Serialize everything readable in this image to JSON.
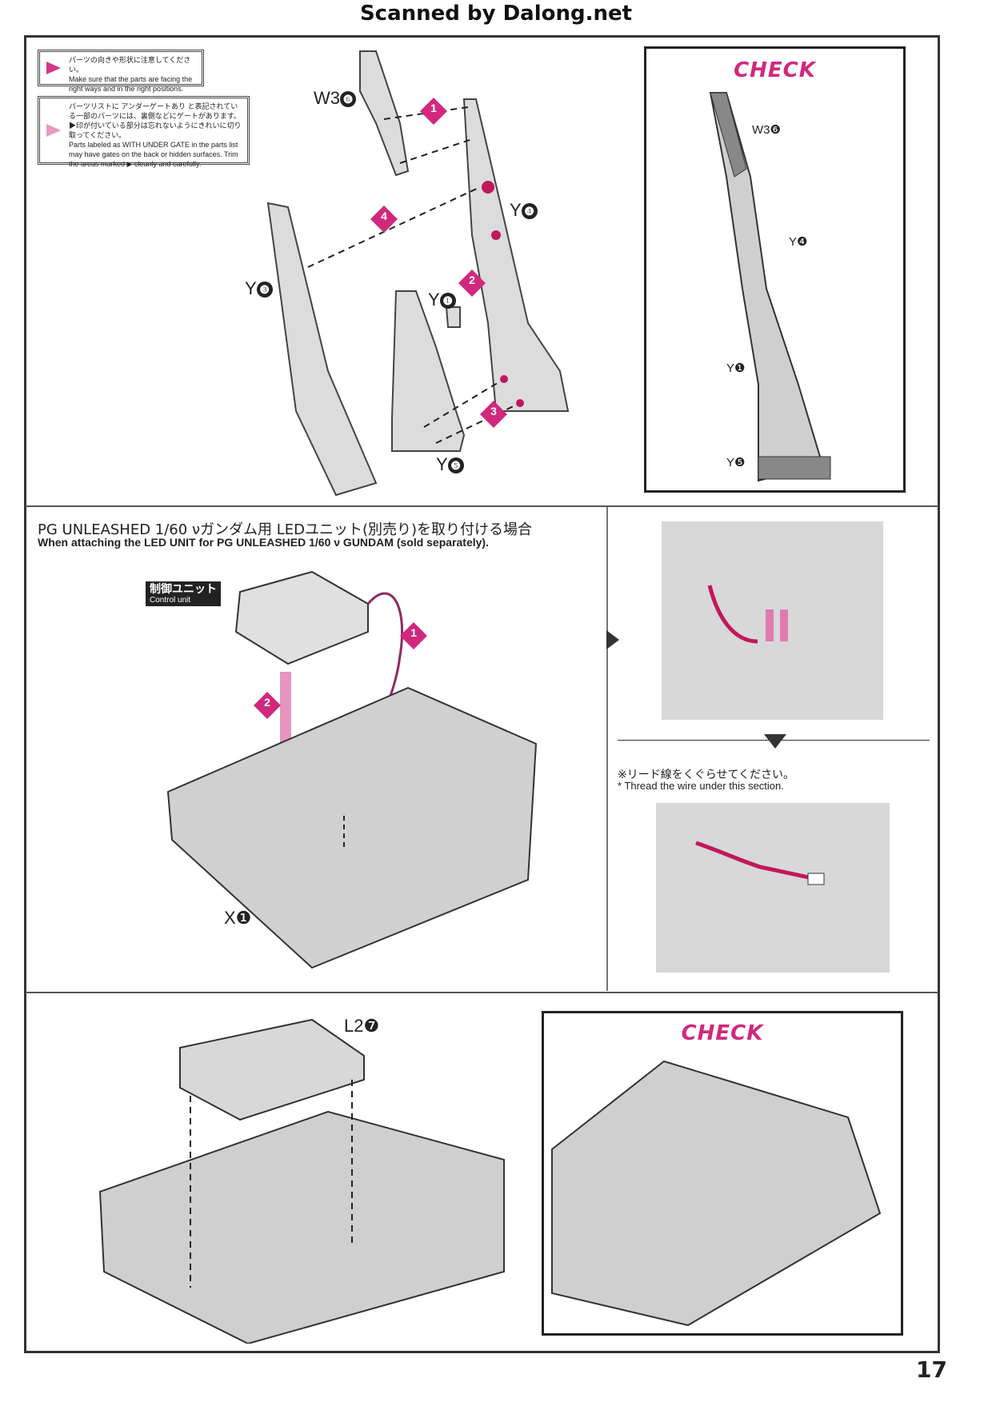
{
  "header": "Scanned by Dalong.net",
  "notes": [
    {
      "jp": "パーツの向きや形状に注意してください。",
      "en": "Make sure that the parts are facing the right ways and in the right positions."
    },
    {
      "jp": "パーツリストに アンダーゲートあり と表記されている一部のパーツには、裏側などにゲートがあります。▶印が付いている部分は忘れないようにきれいに切り取ってください。",
      "badge": "WITH UNDER GATE",
      "en": "Parts labeled as WITH UNDER GATE in the parts list may have gates on the back or hidden surfaces. Trim the areas marked ▶ cleanly and carefully."
    }
  ],
  "top": {
    "parts": [
      {
        "name": "W3",
        "num": "❻"
      },
      {
        "name": "Y",
        "num": "❹"
      },
      {
        "name": "Y",
        "num": "❸"
      },
      {
        "name": "Y",
        "num": "❶"
      },
      {
        "name": "Y",
        "num": "❺"
      }
    ],
    "steps": [
      "1",
      "2",
      "3",
      "4"
    ],
    "check": {
      "label": "CHECK",
      "parts": [
        "W3❻",
        "Y❹",
        "Y❶",
        "Y❺"
      ]
    }
  },
  "middle": {
    "title_jp": "PG UNLEASHED 1/60 νガンダム用 LEDユニット(別売り)を取り付ける場合",
    "title_en": "When attaching the LED UNIT for PG UNLEASHED 1/60 ν GUNDAM (sold separately).",
    "control_unit_jp": "制御ユニット",
    "control_unit_en": "Control unit",
    "part": "X❶",
    "steps": [
      "1",
      "2"
    ],
    "note_jp": "※リード線をくぐらせてください。",
    "note_en": "* Thread the wire under this section."
  },
  "bottom": {
    "part": "L2❼",
    "check": {
      "label": "CHECK"
    }
  },
  "page_number": "17",
  "colors": {
    "accent": "#d1287e"
  }
}
